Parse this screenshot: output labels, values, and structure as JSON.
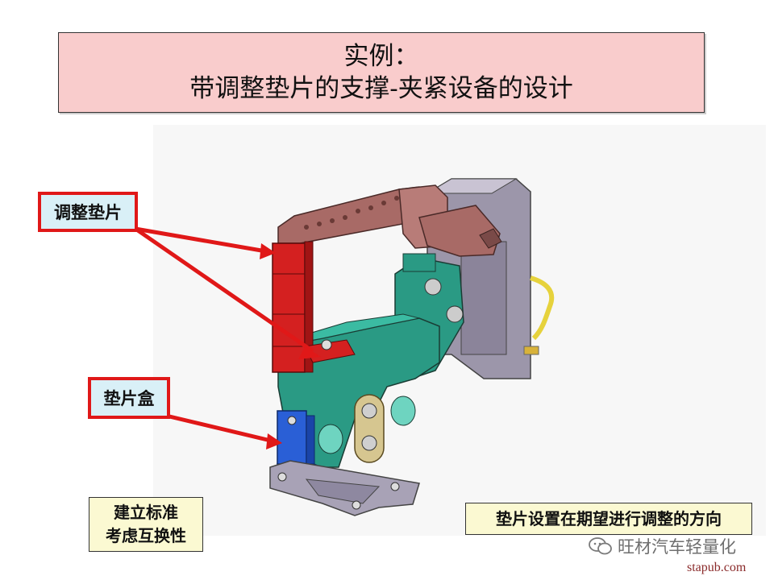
{
  "title": {
    "line1": "实例：",
    "line2": "带调整垫片的支撑-夹紧设备的设计"
  },
  "callouts": {
    "shim_label": "调整垫片",
    "shim_box_label": "垫片盒"
  },
  "notes": {
    "standard_line1": "建立标准",
    "standard_line2": "考虑互换性",
    "direction": "垫片设置在期望进行调整的方向"
  },
  "watermark": {
    "brand": "旺材汽车轻量化",
    "site": "stapub.com"
  },
  "colors": {
    "callout_border": "#e01818",
    "title_bg": "#f9cccc",
    "shim_red": "#d42020",
    "body_teal": "#2a9a84",
    "clamp_brown": "#a86a66",
    "shim_box_blue": "#2a5fd6",
    "frame_grey": "#9c96aa"
  }
}
